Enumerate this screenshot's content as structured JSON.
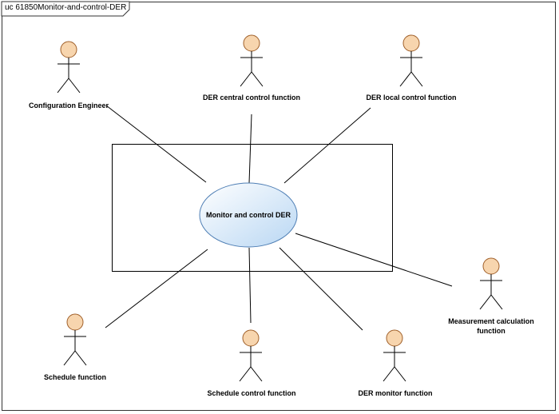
{
  "diagram": {
    "title": "uc 61850Monitor-and-control-DER",
    "use_case": {
      "label": "Monitor and control DER",
      "fill_top": "#ffffff",
      "fill_bottom": "#b9d7f3",
      "stroke": "#4f7fb5"
    },
    "actor_style": {
      "head_fill": "#f7d5ae",
      "head_stroke": "#a0602a"
    },
    "actors": [
      {
        "id": "configuration-engineer",
        "label": "Configuration Engineer"
      },
      {
        "id": "der-central-control-function",
        "label": "DER central control function"
      },
      {
        "id": "der-local-control-function",
        "label": "DER local control function"
      },
      {
        "id": "measurement-calculation-function",
        "label": "Measurement calculation function",
        "label_lines": [
          "Measurement calculation",
          "function"
        ]
      },
      {
        "id": "schedule-function",
        "label": "Schedule function"
      },
      {
        "id": "schedule-control-function",
        "label": "Schedule control function"
      },
      {
        "id": "der-monitor-function",
        "label": "DER monitor function"
      }
    ]
  }
}
